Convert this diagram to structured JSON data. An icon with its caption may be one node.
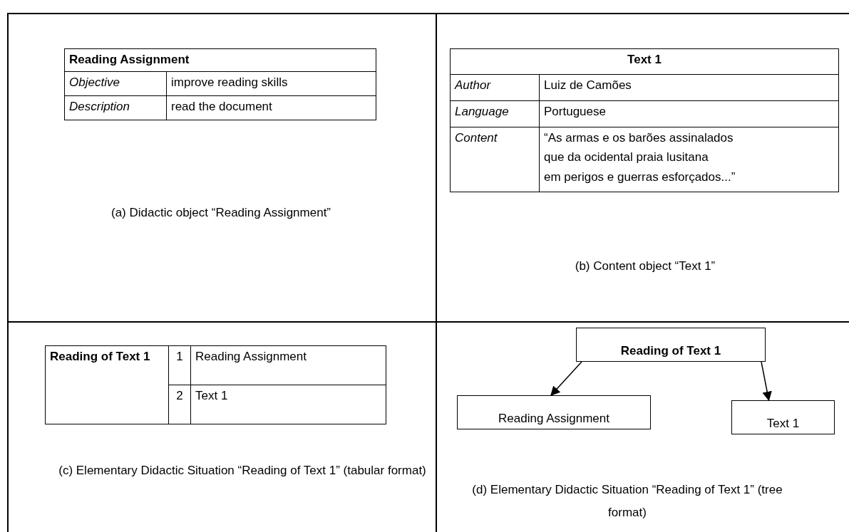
{
  "diagram": {
    "nodes": [
      {
        "text": [
          "Reading of Text 1"
        ]
      },
      {
        "text": [
          "Reading Assignment"
        ]
      },
      {
        "text": [
          "Text 1"
        ]
      }
    ],
    "edges": [
      {
        "from": 0,
        "to": 1,
        "arrow": "to"
      },
      {
        "from": 0,
        "to": 2,
        "arrow": "to"
      }
    ],
    "labels": [
      "Reading Assignment",
      "Objective",
      "improve reading skills",
      "Description",
      "read the document",
      "(a) Didactic object “Reading Assignment”",
      "Text 1",
      "Author",
      "Luiz de Camões",
      "Language",
      "Portuguese",
      "Content",
      "“As armas e os barões assinalados",
      "que da ocidental praia lusitana",
      "em perigos e guerras esforçados...”",
      "(b) Content object “Text 1”",
      "Reading of Text 1",
      "1",
      "Reading Assignment",
      "2",
      "Text 1",
      "(c) Elementary Didactic Situation “Reading of Text 1” (tabular format)",
      "(d) Elementary Didactic Situation “Reading of Text 1” (tree format)"
    ]
  }
}
